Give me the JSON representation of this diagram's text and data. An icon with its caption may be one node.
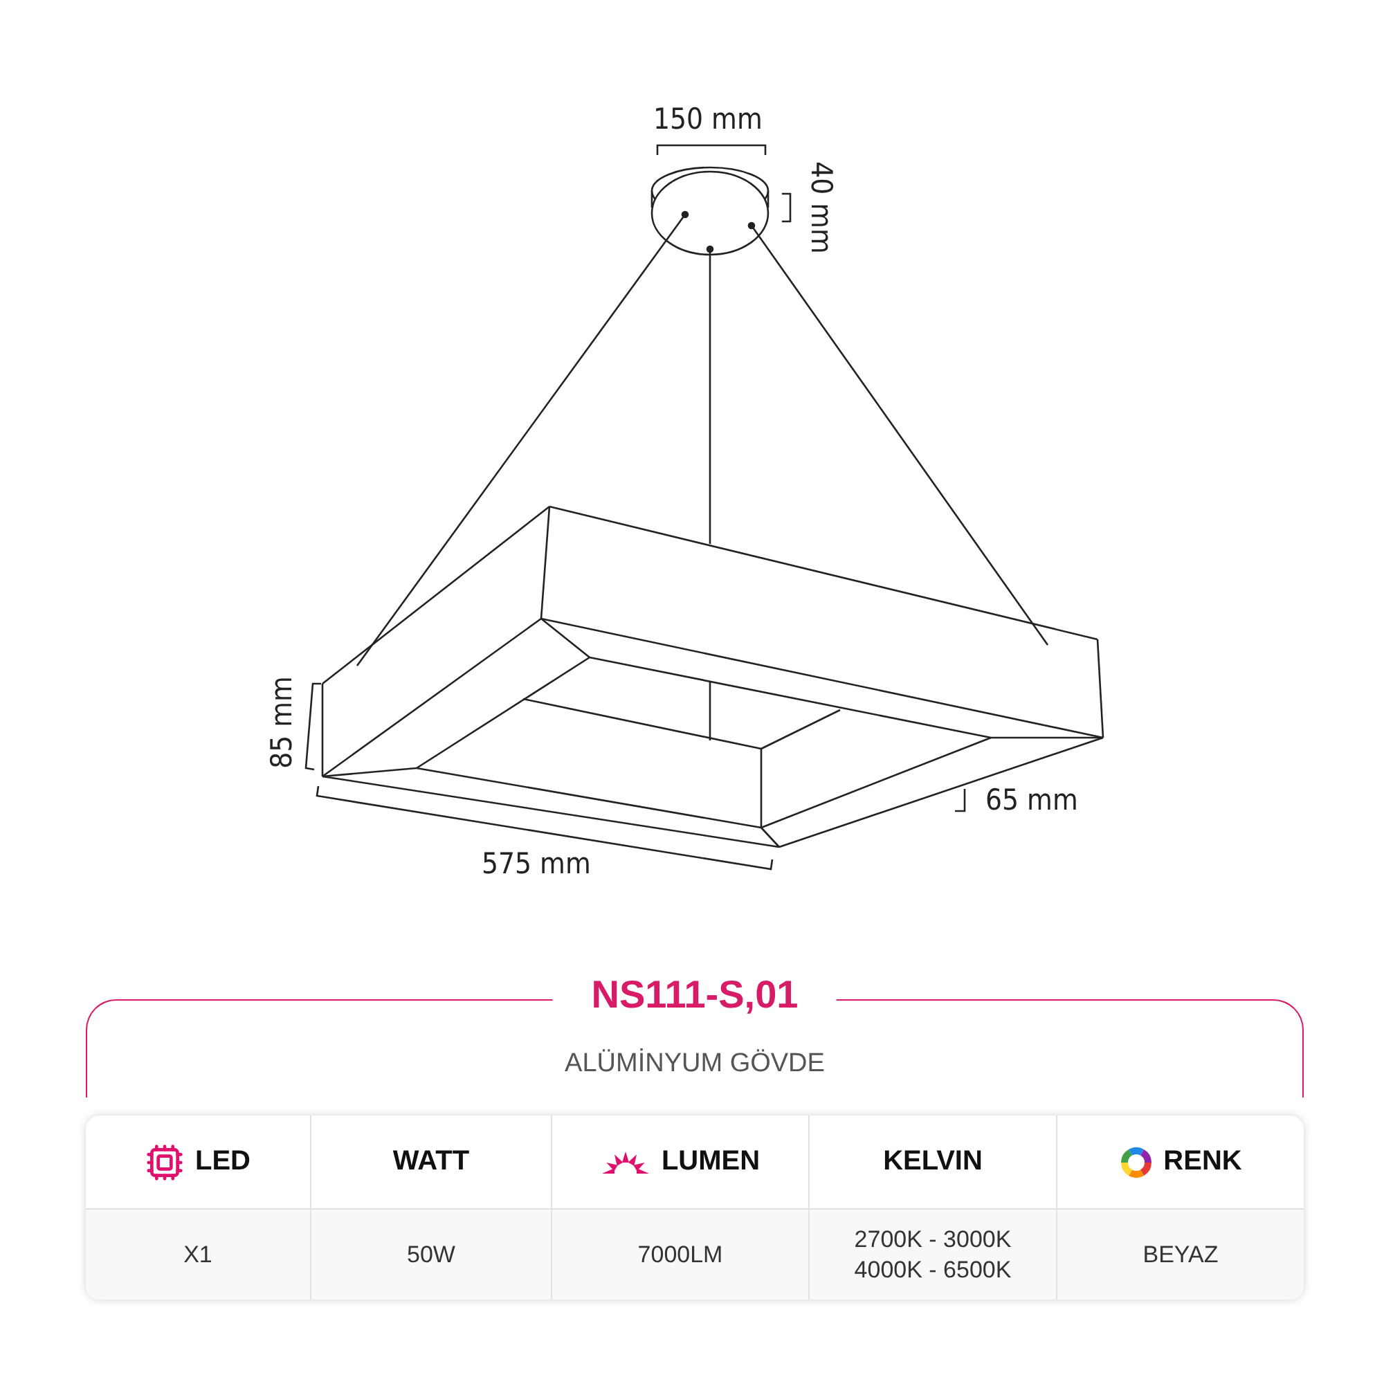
{
  "diagram": {
    "title": "NS111-S,01",
    "labels": [
      "150 mm",
      "40 mm",
      "85 mm",
      "575 mm",
      "65 mm",
      "ALÜMİNYUM GÖVDE",
      "LED",
      "WATT",
      "LUMEN",
      "KELVIN",
      "RENK",
      "X1",
      "50W",
      "7000LM",
      "2700K - 3000K 4000K - 6500K",
      "BEYAZ"
    ]
  }
}
